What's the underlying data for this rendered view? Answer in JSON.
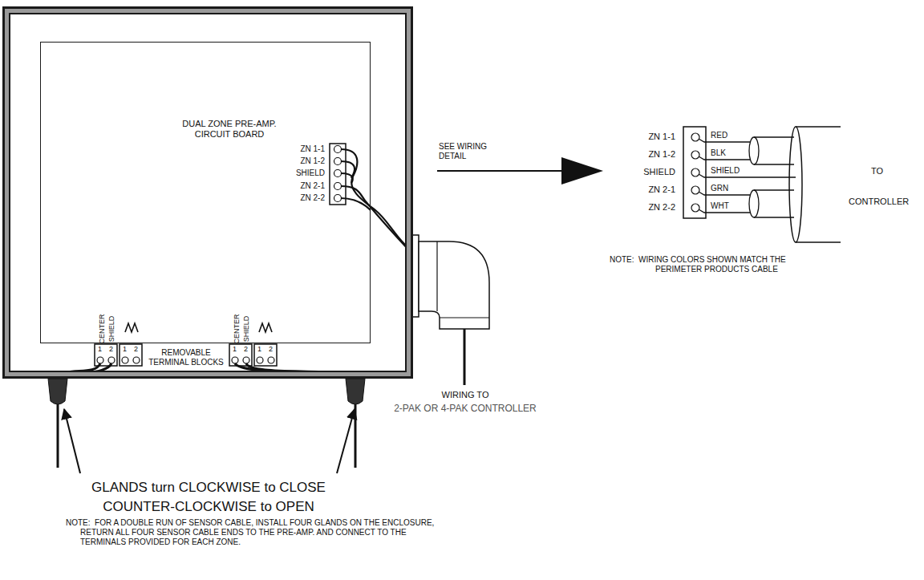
{
  "diagram": {
    "nodes": [
      {
        "text": [
          "REMOVABLE TERMINAL BLOCKS"
        ]
      },
      {
        "text": [
          "DUAL ZONE PRE-AMP. CIRCUIT BOARD"
        ],
        "in": 0
      }
    ],
    "labels": [
      "ZN 1-1",
      "ZN 1-2",
      "SHIELD",
      "ZN 2-1",
      "ZN 2-2",
      "CENTER",
      "SHIELD",
      "1",
      "2",
      "1",
      "2",
      "CENTER",
      "SHIELD",
      "1",
      "2",
      "1",
      "2",
      "SEE WIRING DETAIL",
      "ZN 1-1",
      "ZN 1-2",
      "SHIELD",
      "ZN 2-1",
      "ZN 2-2",
      "RED",
      "BLK",
      "SHIELD",
      "GRN",
      "WHT",
      "TO",
      "CONTROLLER",
      "NOTE:  WIRING COLORS SHOWN MATCH THE PERIMETER PRODUCTS CABLE",
      "WIRING TO",
      "2-PAK OR 4-PAK CONTROLLER",
      "GLANDS turn CLOCKWISE to CLOSE COUNTER-CLOCKWISE to OPEN",
      "NOTE:  FOR A DOUBLE RUN OF SENSOR CABLE, INSTALL FOUR GLANDS ON THE ENCLOSURE, RETURN ALL FOUR SENSOR CABLE ENDS TO THE PRE-AMP. AND CONNECT TO THE TERMINALS PROVIDED FOR EACH ZONE."
    ]
  }
}
